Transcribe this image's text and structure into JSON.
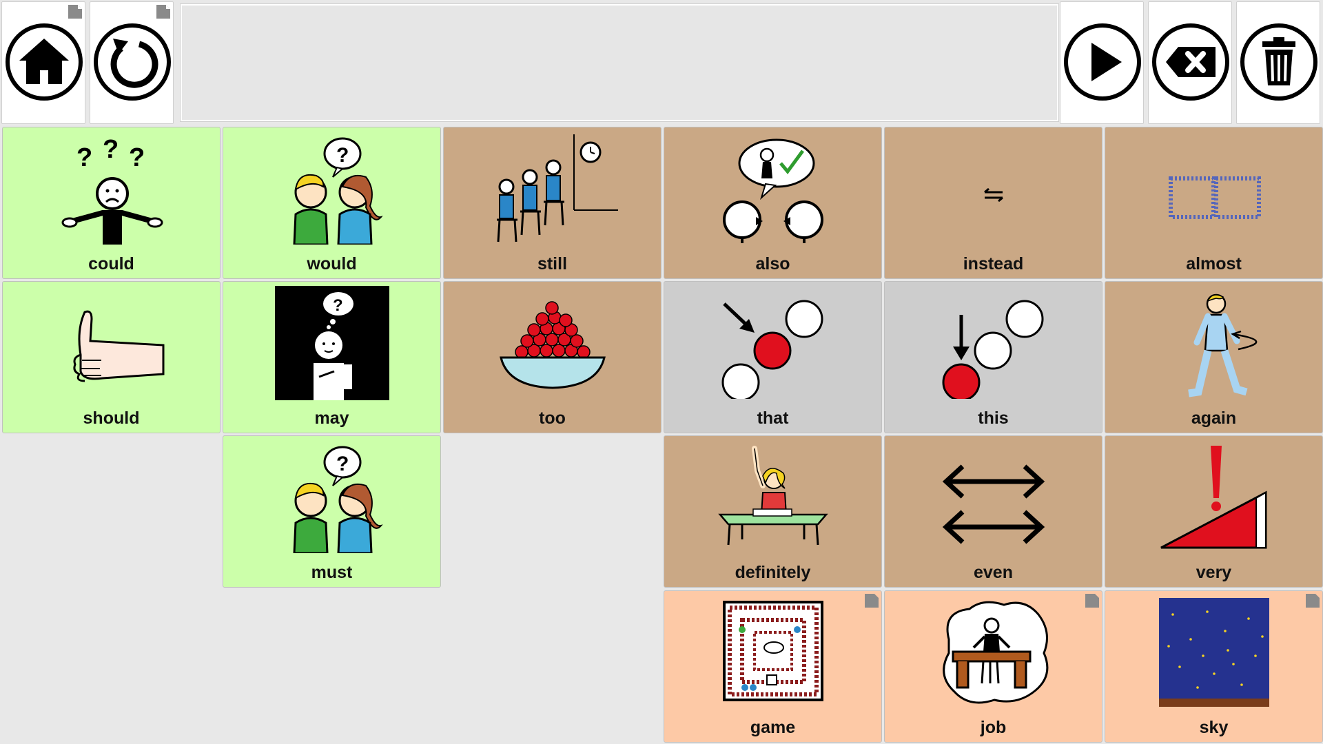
{
  "toolbar": {
    "home_icon": "home-icon",
    "undo_icon": "undo-icon",
    "speak_icon": "play-icon",
    "backspace_icon": "backspace-icon",
    "clear_icon": "trash-icon"
  },
  "message_bar": {
    "text": ""
  },
  "tiles": [
    {
      "label": "could",
      "color": "#ccffaa"
    },
    {
      "label": "would",
      "color": "#ccffaa"
    },
    {
      "label": "still",
      "color": "#caa885"
    },
    {
      "label": "also",
      "color": "#caa885"
    },
    {
      "label": "instead",
      "color": "#caa885"
    },
    {
      "label": "almost",
      "color": "#caa885"
    },
    {
      "label": "should",
      "color": "#ccffaa"
    },
    {
      "label": "may",
      "color": "#ccffaa"
    },
    {
      "label": "too",
      "color": "#caa885"
    },
    {
      "label": "that",
      "color": "#cdcdcd"
    },
    {
      "label": "this",
      "color": "#cdcdcd"
    },
    {
      "label": "again",
      "color": "#caa885"
    },
    {
      "label": "must",
      "color": "#ccffaa"
    },
    {
      "label": "definitely",
      "color": "#caa885"
    },
    {
      "label": "even",
      "color": "#caa885"
    },
    {
      "label": "very",
      "color": "#caa885"
    },
    {
      "label": "game",
      "color": "#fdc9a6"
    },
    {
      "label": "job",
      "color": "#fdc9a6"
    },
    {
      "label": "sky",
      "color": "#fdc9a6"
    }
  ]
}
